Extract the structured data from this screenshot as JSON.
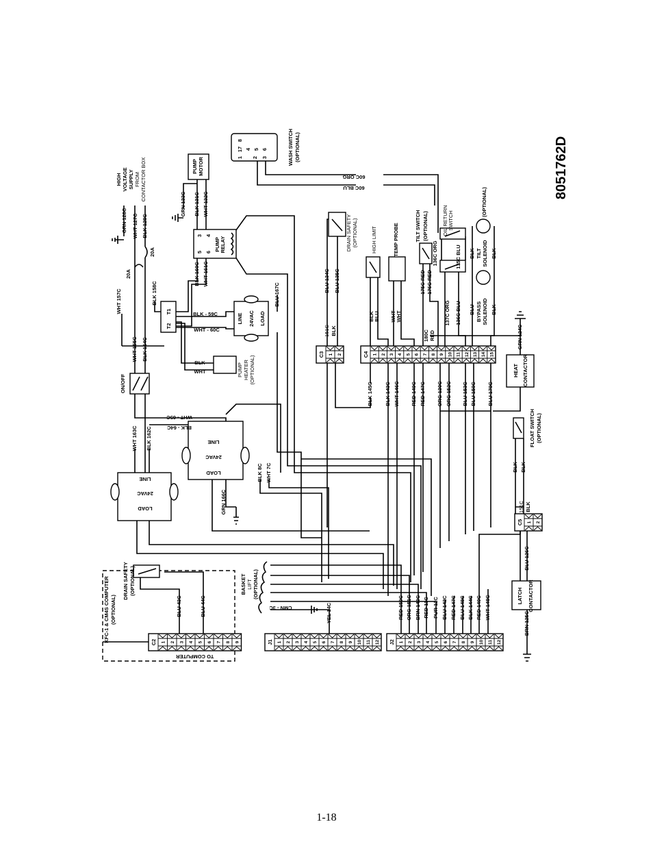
{
  "drawing_number": "8051762D",
  "page_number": "1-18",
  "connectors": {
    "C2": {
      "name": "C2",
      "pins": [
        "1",
        "2",
        "3",
        "4",
        "5",
        "6",
        "7",
        "8",
        "9"
      ],
      "caption": "TO COMPUTER"
    },
    "J1": {
      "name": "J1",
      "pins": [
        "1",
        "2",
        "3",
        "4",
        "5",
        "6",
        "7",
        "8",
        "9",
        "10",
        "11",
        "12"
      ]
    },
    "J2": {
      "name": "J2",
      "pins": [
        "1",
        "2",
        "3",
        "4",
        "5",
        "6",
        "7",
        "8",
        "9",
        "10",
        "11",
        "12"
      ]
    },
    "C3": {
      "name": "C3",
      "pins": [
        "1",
        "2"
      ]
    },
    "C4": {
      "name": "C4",
      "pins": [
        "1",
        "2",
        "3",
        "4",
        "5",
        "6",
        "7",
        "8",
        "9",
        "10",
        "11",
        "12",
        "13",
        "14",
        "15"
      ]
    },
    "C5": {
      "name": "C5",
      "pins": [
        "1",
        "2"
      ]
    }
  },
  "labels": {
    "hv1": "HIGH",
    "hv2": "VOLTAGE",
    "hv3": "SUPPLY",
    "hv4": "FROM",
    "hv5": "CONTACTOR BOX",
    "grn128": "GRN 128C",
    "wht127": "WHT 127C",
    "blk128": "BLK 128C",
    "fuse20a_1": "20A",
    "fuse20a_2": "20A",
    "wht157": "WHT 157C",
    "blk158": "BLK 158C",
    "wht155": "WHT 155C",
    "blk154": "BLK 154C",
    "onoff": "ON/OFF",
    "t1": "T1",
    "t2": "T2",
    "blk59": "BLK - 59C",
    "wht60": "WHT - 60C",
    "blk160": "BLK 160C",
    "wht161": "WHT 161C",
    "grn133": "GRN 133C",
    "blk131": "BLK 131C",
    "wht132": "WHT 132C",
    "pm1": "PUMP",
    "pm2": "MOTOR",
    "pr1": "PUMP",
    "pr2": "RELAY",
    "pin3": "3",
    "pin4": "4",
    "pin5": "5",
    "pin6": "6",
    "tr3_line": "LINE",
    "tr3_v": "24VAC",
    "tr3_load": "LOAD",
    "blu167": "BLU 167C",
    "ph_blk": "BLK",
    "ph_wht": "WHT",
    "ph1": "PUMP",
    "ph2": "HEATER",
    "ph3": "(OPTIONAL)",
    "wht163": "WHT 163C",
    "blk162": "BLK 162C",
    "wht65": "WHT - 65C",
    "blk64": "BLK - 64C",
    "tr1_line": "LINE",
    "tr1_v": "24VAC",
    "tr1_load": "LOAD",
    "tr2_line": "LINE",
    "tr2_v": "24VAC",
    "tr2_load": "LOAD",
    "grn166": "GRN 166C",
    "blk8": "BLK 8C",
    "wht7": "WHT 7C",
    "ws1": "WASH SWITCH",
    "ws2": "(OPTIONAL)",
    "ws_p": [
      "8",
      "17",
      "4",
      "5",
      "6",
      "1",
      "2",
      "3"
    ],
    "org60": "60C ORG",
    "blu60": "60C BLU",
    "blu134": "BLU 134C",
    "blu135": "BLU 135C",
    "c3wire1": "151C",
    "c3wire2": "BLK",
    "ds1": "DRAIN SAFETY",
    "ds2": "(OPTIONAL)",
    "hl": "HIGH LIMIT",
    "tp": "TEMP PROBE",
    "ts1": "TILT SWITCH",
    "ts2": "(OPTIONAL)",
    "hl_blk": "BLK",
    "hl_blu": "BLU",
    "tp_wht": "WHT",
    "tp_lim": "WHT",
    "red175": "175C RED",
    "red176": "176C RED",
    "red180a": "180C",
    "red180b": "RED",
    "org137": "137C ORG",
    "blu136": "136C BLU",
    "org136": "136C ORG",
    "blu135b": "135C BLU",
    "ors1": "OIL RETURN",
    "ors2": "SWITCH",
    "tsol1": "TILT",
    "tsol2": "SOLENOID",
    "tsol_opt": "(OPTIONAL)",
    "tsol_blk1": "BLK",
    "tsol_blk2": "BLK",
    "bp_blu": "BLU",
    "bp1": "BYPASS",
    "bp2": "SOLENOID",
    "bp_blk": "BLK",
    "grn124": "GRN 124C",
    "hc1": "HEAT",
    "hc2": "CONTACTOR",
    "c4_blk145": "BLK 145C",
    "c4_blk143": "BLK 143C",
    "c4_wht146": "WHT 146C",
    "c4_red149": "RED 149C",
    "c4_red147": "RED 147C",
    "c4_org130": "ORG 130C",
    "c4_org152": "ORG 152C",
    "c4_blu153": "BLU 153C",
    "c4_blu150": "BLU 150C",
    "c4_blu170": "BLU 170C",
    "fs_blk1": "BLK",
    "fs_blk2": "BLK",
    "fs1": "FLOAT SWITCH",
    "fs2": "(OPTIONAL)",
    "c5wire1": "151C",
    "c5wire2": "BLK",
    "blu126": "BLU 126C",
    "brn125": "BRN 125C",
    "lc1": "LATCH",
    "lc2": "CONTACTOR",
    "cmp1": "KFC-1 & CM4S COMPUTER",
    "cmp2": "(OPTIONAL)",
    "cds1": "DRAIN SAFETY",
    "cds2": "(OPTIONAL)",
    "blu43": "BLU 43C",
    "blu44": "BLU 44C",
    "bl1": "BASKET",
    "bl2": "LIFT",
    "bl3": "(OPTIONAL)",
    "cmn3": "CMN - 3C",
    "yel14": "YEL 14C",
    "j2_1": "RED 150C",
    "j2_2": "ORG 151C",
    "j2_3": "BRN 143C",
    "j2_4": "RED 11C",
    "j2_5": "PUR 12C",
    "j2_6": "BLU 142C",
    "j2_7": "RED 147C",
    "j2_8": "BLU 148C",
    "j2_9": "BLK 144C",
    "j2_10": "RED 149C",
    "j2_11": "WHT 148C"
  }
}
